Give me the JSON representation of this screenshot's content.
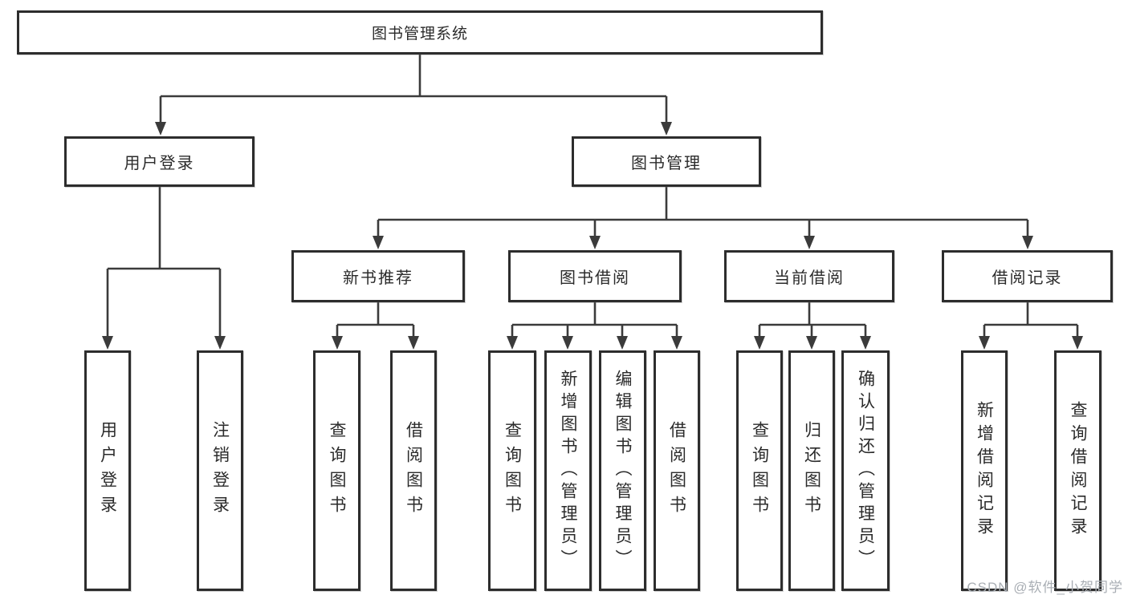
{
  "diagram": {
    "root": {
      "label": "图书管理系统"
    },
    "level2": [
      {
        "label": "用户登录"
      },
      {
        "label": "图书管理"
      }
    ],
    "level3": [
      {
        "label": "新书推荐"
      },
      {
        "label": "图书借阅"
      },
      {
        "label": "当前借阅"
      },
      {
        "label": "借阅记录"
      }
    ],
    "leaves": {
      "user_login": [
        {
          "label": "用户登录"
        },
        {
          "label": "注销登录"
        }
      ],
      "new_book_recommend": [
        {
          "label": "查询图书"
        },
        {
          "label": "借阅图书"
        }
      ],
      "book_borrowing": [
        {
          "label": "查询图书"
        },
        {
          "label": "新增图书（管理员）"
        },
        {
          "label": "编辑图书（管理员）"
        },
        {
          "label": "借阅图书"
        }
      ],
      "current_borrowing": [
        {
          "label": "查询图书"
        },
        {
          "label": "归还图书"
        },
        {
          "label": "确认归还（管理员）"
        }
      ],
      "borrowing_records": [
        {
          "label": "新增借阅记录"
        },
        {
          "label": "查询借阅记录"
        }
      ]
    },
    "colors": {
      "line": "#3b3b3b",
      "border": "#2d2d2d",
      "text": "#2b2b2b",
      "watermark": "#a9aeb4"
    }
  },
  "watermark": {
    "text": "CSDN @软件_小贺同学"
  }
}
